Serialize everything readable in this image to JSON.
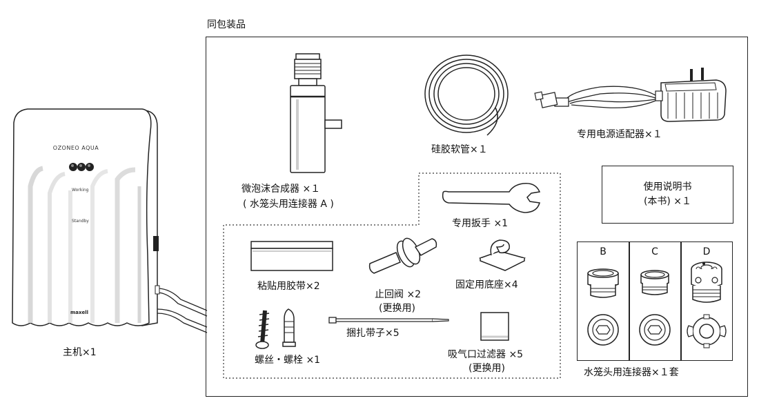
{
  "section_title": "同包装品",
  "main_unit": {
    "label": "主机×1",
    "brand": "OZONEO AQUA",
    "indicator_working": "Working",
    "indicator_standby": "Standby",
    "maker_logo": "maxell"
  },
  "items": {
    "foam_generator": {
      "line1": "微泡沫合成器 ×１",
      "line2": "( 水笼头用连接器 A )"
    },
    "silicone_tube": {
      "label": "硅胶软管×１"
    },
    "power_adapter": {
      "label": "专用电源适配器×１"
    },
    "manual": {
      "line1": "使用说明书",
      "line2": "(本书) ×１"
    },
    "wrench": {
      "label": "专用扳手 ×1"
    },
    "adhesive_tape": {
      "label": "粘贴用胶带×2"
    },
    "check_valve": {
      "line1": "止回阀 ×2",
      "line2": "(更换用)"
    },
    "fixing_base": {
      "label": "固定用底座×4"
    },
    "screws": {
      "label": "螺丝・螺栓 ×1"
    },
    "cable_tie": {
      "label": "捆扎带子×5"
    },
    "intake_filter": {
      "line1": "吸气口过滤器 ×5",
      "line2": "(更换用)"
    }
  },
  "connectors": {
    "col_b": "B",
    "col_c": "C",
    "col_d": "D",
    "label": "水笼头用连接器×１套"
  }
}
